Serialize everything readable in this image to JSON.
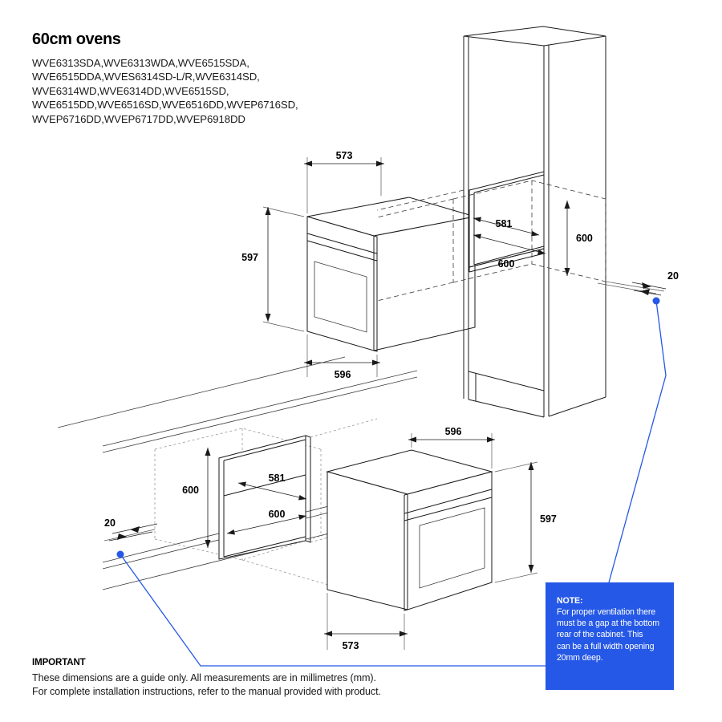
{
  "document": {
    "title": "60cm ovens",
    "model_list": "WVE6313SDA,WVE6313WDA,WVE6515SDA,\nWVE6515DDA,WVES6314SD-L/R,WVE6314SD,\nWVE6314WD,WVE6314DD,WVE6515SD,\nWVE6515DD,WVE6516SD,WVE6516DD,WVEP6716SD,\nWVEP6716DD,WVEP6717DD,WVEP6918DD"
  },
  "colors": {
    "accent_blue": "#2558e6",
    "line": "#1a1a1a",
    "background": "#ffffff"
  },
  "note": {
    "title": "NOTE:",
    "body": "For proper ventilation there\nmust be a gap at the bottom\nrear of the cabinet. This\ncan be a full width opening\n20mm deep."
  },
  "important": {
    "heading": "IMPORTANT",
    "body": "These dimensions are a guide only. All measurements are in millimetres (mm).\nFor complete installation instructions, refer to the manual provided with product."
  },
  "diagrams": {
    "oven_top": {
      "name": "oven-appliance-upper",
      "dimensions": {
        "depth": "573",
        "height": "597",
        "width": "596"
      }
    },
    "cabinet_tall": {
      "name": "tall-cabinet-upper",
      "dimensions": {
        "cutout_depth": "581",
        "cutout_width": "600",
        "cutout_height": "600",
        "rear_gap": "20"
      }
    },
    "cabinet_under_bench": {
      "name": "under-bench-cabinet-lower",
      "dimensions": {
        "cutout_height": "600",
        "cutout_depth": "581",
        "cutout_width": "600",
        "rear_gap": "20"
      }
    },
    "oven_bottom": {
      "name": "oven-appliance-lower",
      "dimensions": {
        "width": "596",
        "height": "597",
        "depth": "573"
      }
    }
  },
  "units": "mm"
}
